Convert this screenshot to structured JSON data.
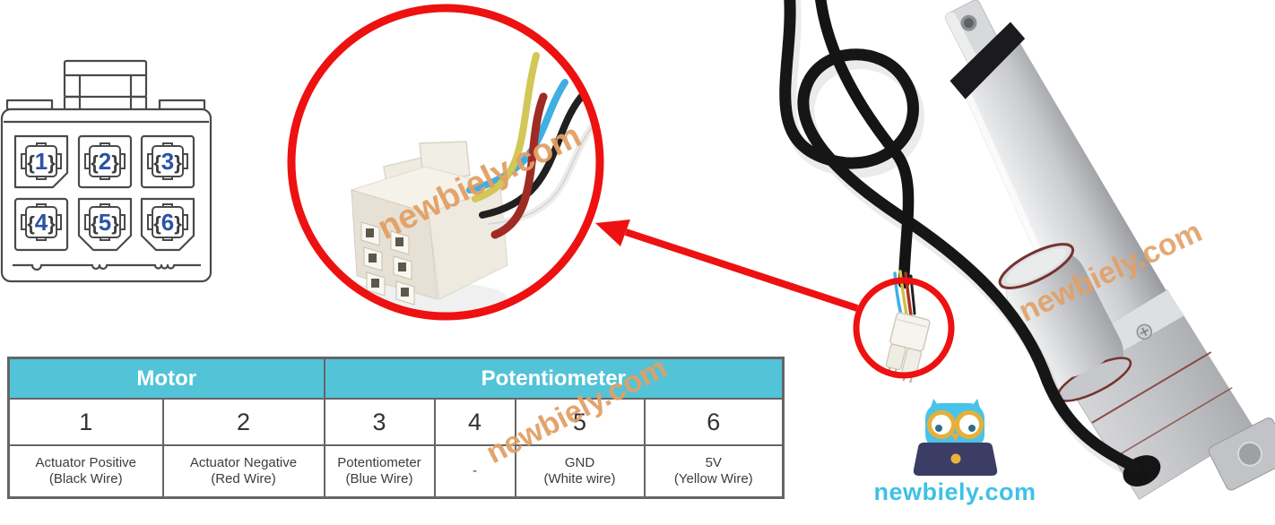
{
  "diagram": {
    "pins": [
      "1",
      "2",
      "3",
      "4",
      "5",
      "6"
    ],
    "brace_open": "{",
    "brace_close": "}",
    "digit_color": "#2B52A5",
    "line_color": "#4A4A4D"
  },
  "table": {
    "groups": [
      {
        "label": "Motor"
      },
      {
        "label": "Potentiometer"
      }
    ],
    "pins": [
      "1",
      "2",
      "3",
      "4",
      "5",
      "6"
    ],
    "rows": [
      {
        "function": "Actuator Positive",
        "wire": "(Black Wire)"
      },
      {
        "function": "Actuator Negative",
        "wire": "(Red Wire)"
      },
      {
        "function": "Potentiometer",
        "wire": "(Blue Wire)"
      },
      {
        "function": "-",
        "wire": ""
      },
      {
        "function": "GND",
        "wire": "(White wire)"
      },
      {
        "function": "5V",
        "wire": "(Yellow Wire)"
      }
    ],
    "header_bg": "#53C3D8",
    "header_text_color": "#FFFFFF"
  },
  "watermark": {
    "text": "newbiely.com",
    "color": "#E2A066"
  },
  "logo": {
    "text": "newbiely.com",
    "color": "#3EC1E5"
  },
  "colors": {
    "annotation_red": "#ED1111",
    "wire_black": "#202020",
    "wire_red": "#9E2B24",
    "wire_blue": "#3FAFE2",
    "wire_white": "#EDECEA",
    "wire_yellow": "#D2C757",
    "pin_digit_blue": "#2B52A5",
    "table_teal": "#53C3D8",
    "silver": "#C9CACC"
  }
}
